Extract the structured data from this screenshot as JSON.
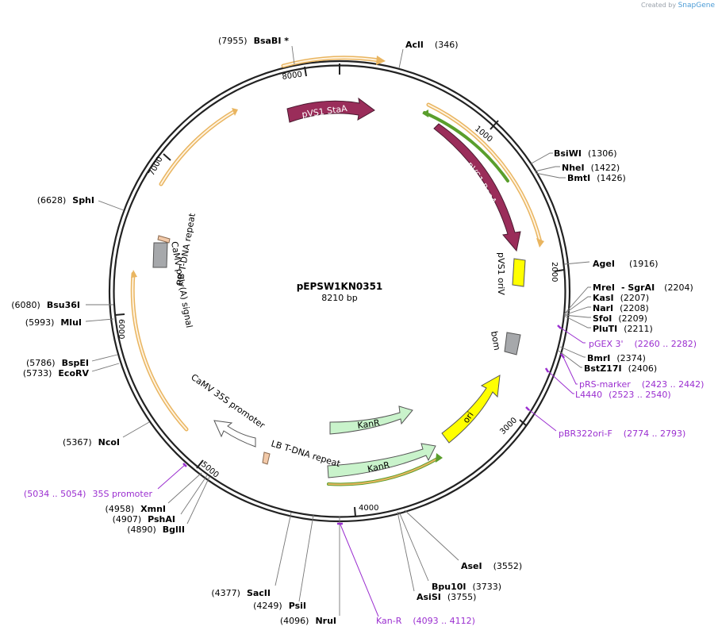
{
  "credit": {
    "prefix": "Created by",
    "brand": "SnapGene"
  },
  "plasmid": {
    "name": "pEPSW1KN0351",
    "size": "8210 bp",
    "length": 8210
  },
  "ticks": [
    "1000",
    "2000",
    "3000",
    "4000",
    "5000",
    "6000",
    "7000",
    "8000"
  ],
  "sites": [
    {
      "name": "AclI",
      "pos": "(346)"
    },
    {
      "name": "BsiWI",
      "pos": "(1306)"
    },
    {
      "name": "NheI",
      "pos": "(1422)"
    },
    {
      "name": "BmtI",
      "pos": "(1426)"
    },
    {
      "name": "AgeI",
      "pos": "(1916)"
    },
    {
      "name": "MreI",
      "sep": "- SgrAI",
      "pos": "(2204)"
    },
    {
      "name": "KasI",
      "pos": "(2207)"
    },
    {
      "name": "NarI",
      "pos": "(2208)"
    },
    {
      "name": "SfoI",
      "pos": "(2209)"
    },
    {
      "name": "PluTI",
      "pos": "(2211)"
    },
    {
      "name": "BmrI",
      "pos": "(2374)"
    },
    {
      "name": "BstZ17I",
      "pos": "(2406)"
    },
    {
      "name": "AseI",
      "pos": "(3552)"
    },
    {
      "name": "Bpu10I",
      "pos": "(3733)"
    },
    {
      "name": "AsiSI",
      "pos": "(3755)"
    },
    {
      "name": "NruI",
      "pos": "(4096)"
    },
    {
      "name": "PsiI",
      "pos": "(4249)"
    },
    {
      "name": "SacII",
      "pos": "(4377)"
    },
    {
      "name": "BglII",
      "pos": "(4890)"
    },
    {
      "name": "PshAI",
      "pos": "(4907)"
    },
    {
      "name": "XmnI",
      "pos": "(4958)"
    },
    {
      "name": "NcoI",
      "pos": "(5367)"
    },
    {
      "name": "EcoRV",
      "pos": "(5733)"
    },
    {
      "name": "BspEI",
      "pos": "(5786)"
    },
    {
      "name": "MluI",
      "pos": "(5993)"
    },
    {
      "name": "Bsu36I",
      "pos": "(6080)"
    },
    {
      "name": "SphI",
      "pos": "(6628)"
    },
    {
      "name": "BsaBI *",
      "pos": "(7955)"
    }
  ],
  "primers": [
    {
      "name": "pGEX 3'",
      "range": "(2260 .. 2282)"
    },
    {
      "name": "pRS-marker",
      "range": "(2423 .. 2442)"
    },
    {
      "name": "L4440",
      "range": "(2523 .. 2540)"
    },
    {
      "name": "pBR322ori-F",
      "range": "(2774 .. 2793)"
    },
    {
      "name": "Kan-R",
      "range": "(4093 .. 4112)"
    },
    {
      "name": "35S promoter",
      "range": "(5034 .. 5054)"
    }
  ],
  "features": [
    {
      "label": "pVS1 StaA",
      "color": "#9a2d5a"
    },
    {
      "label": "pVS1 RepA",
      "color": "#9a2d5a"
    },
    {
      "label": "pVS1 oriV",
      "color": "#ffff00"
    },
    {
      "label": "bom",
      "color": "#a6a8ab"
    },
    {
      "label": "ori",
      "color": "#ffff00"
    },
    {
      "label": "KanR",
      "color": "#c9f3cb"
    },
    {
      "label": "KanR",
      "color": "#c9f3cb"
    },
    {
      "label": "LB T-DNA repeat",
      "color": "#f2c9a8"
    },
    {
      "label": "CaMV 35S promoter",
      "color": "#ffffff"
    },
    {
      "label": "CaMV poly(A) signal",
      "color": "#a6a8ab"
    },
    {
      "label": "RB T-DNA repeat",
      "color": "#f2c9a8"
    }
  ],
  "colors": {
    "backbone": "#222222",
    "primer": "#9b2fd0",
    "orf": "#f0b35a",
    "orf_green": "#5a9e2c"
  }
}
